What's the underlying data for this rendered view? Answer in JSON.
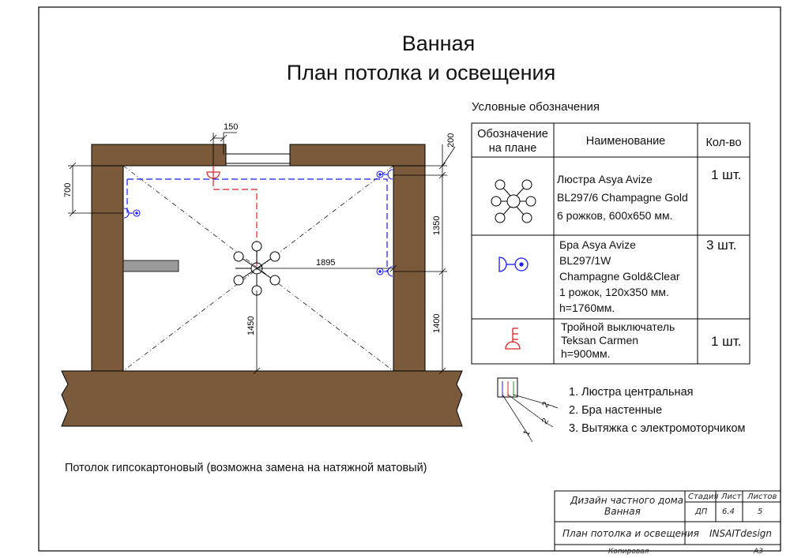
{
  "title": "Ванная",
  "subtitle": "План потолка и освещения",
  "legend": {
    "title": "Условные обозначения",
    "headers": {
      "symbol": "Обозначение на плане",
      "symbol_line1": "Обозначение",
      "symbol_line2": "на плане",
      "name": "Наименование",
      "qty": "Кол-во"
    },
    "rows": [
      {
        "icon": "chandelier-icon",
        "name_lines": [
          "Люстра Asya Avize",
          "BL297/6 Champagne Gold",
          "6 рожков, 600х650 мм."
        ],
        "qty": "1 шт."
      },
      {
        "icon": "wall-sconce-icon",
        "name_lines": [
          "Бра Asya Avize",
          "BL297/1W",
          "Champagne Gold&Clear",
          "1 рожок, 120х350 мм.",
          "h=1760мм."
        ],
        "qty": "3 шт."
      },
      {
        "icon": "triple-switch-icon",
        "name_lines": [
          "Тройной выключатель",
          "Teksan Carmen",
          "h=900мм."
        ],
        "qty": "1 шт."
      }
    ]
  },
  "switch_groups": [
    "1. Люстра центральная",
    "2. Бра настенные",
    "3. Вытяжка с электромоторчиком"
  ],
  "switch_callouts": [
    "1",
    "2",
    "2"
  ],
  "dimensions": [
    "150",
    "200",
    "700",
    "1350",
    "1895",
    "1450",
    "1400"
  ],
  "ceiling_note": "Потолок гипсокартоновый (возможна замена на натяжной матовый)",
  "stamp": {
    "project": "Дизайн частного дома",
    "room": "Ванная",
    "sheet_title": "План потолка и освещения",
    "company": "INSAITdesign",
    "col_stage": "Стадия",
    "col_sheet": "Лист",
    "col_sheets": "Листов",
    "stage": "ДП",
    "sheet": "6.4",
    "sheets": "5",
    "copied": "Копировал",
    "format": "А3"
  },
  "colors": {
    "wall": "#7a5a3a",
    "wiring_blue": "#1a1aff",
    "wiring_red": "#e02020",
    "line": "#000000"
  }
}
